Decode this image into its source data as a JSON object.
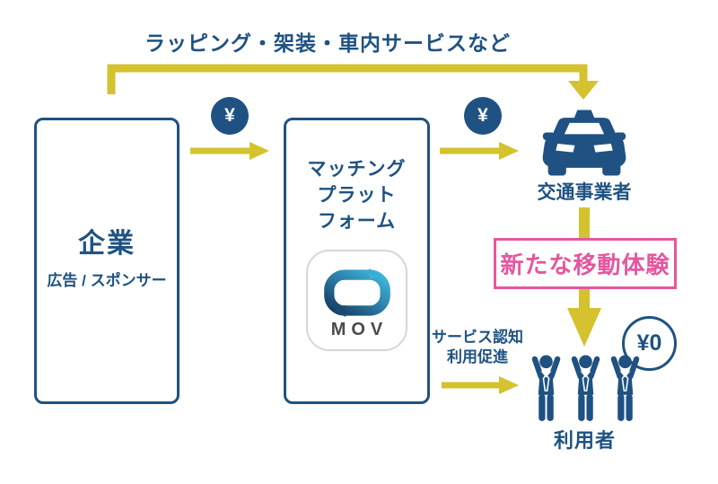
{
  "colors": {
    "blue": "#1f5282",
    "yellow": "#d4c22e",
    "pink": "#e4579e",
    "mov_text_gray": "#4b4b4e",
    "mov_gradient_start": "#16395f",
    "mov_gradient_end": "#3fb9de"
  },
  "top_flow": {
    "label": "ラッピング・架装・車内サービスなど"
  },
  "company_box": {
    "title": "企業",
    "subtitle": "広告 / スポンサー"
  },
  "payments": {
    "company_to_platform_symbol": "¥",
    "platform_to_operator_symbol": "¥"
  },
  "platform_box": {
    "title_lines": [
      "マッチング",
      "プラット",
      "フォーム"
    ],
    "logo_text": "MOV"
  },
  "operator": {
    "label": "交通事業者"
  },
  "experience_box": {
    "label": "新たな移動体験"
  },
  "promotion": {
    "line1": "サービス認知",
    "line2": "利用促進"
  },
  "users": {
    "label": "利用者",
    "price_badge": "¥0"
  }
}
